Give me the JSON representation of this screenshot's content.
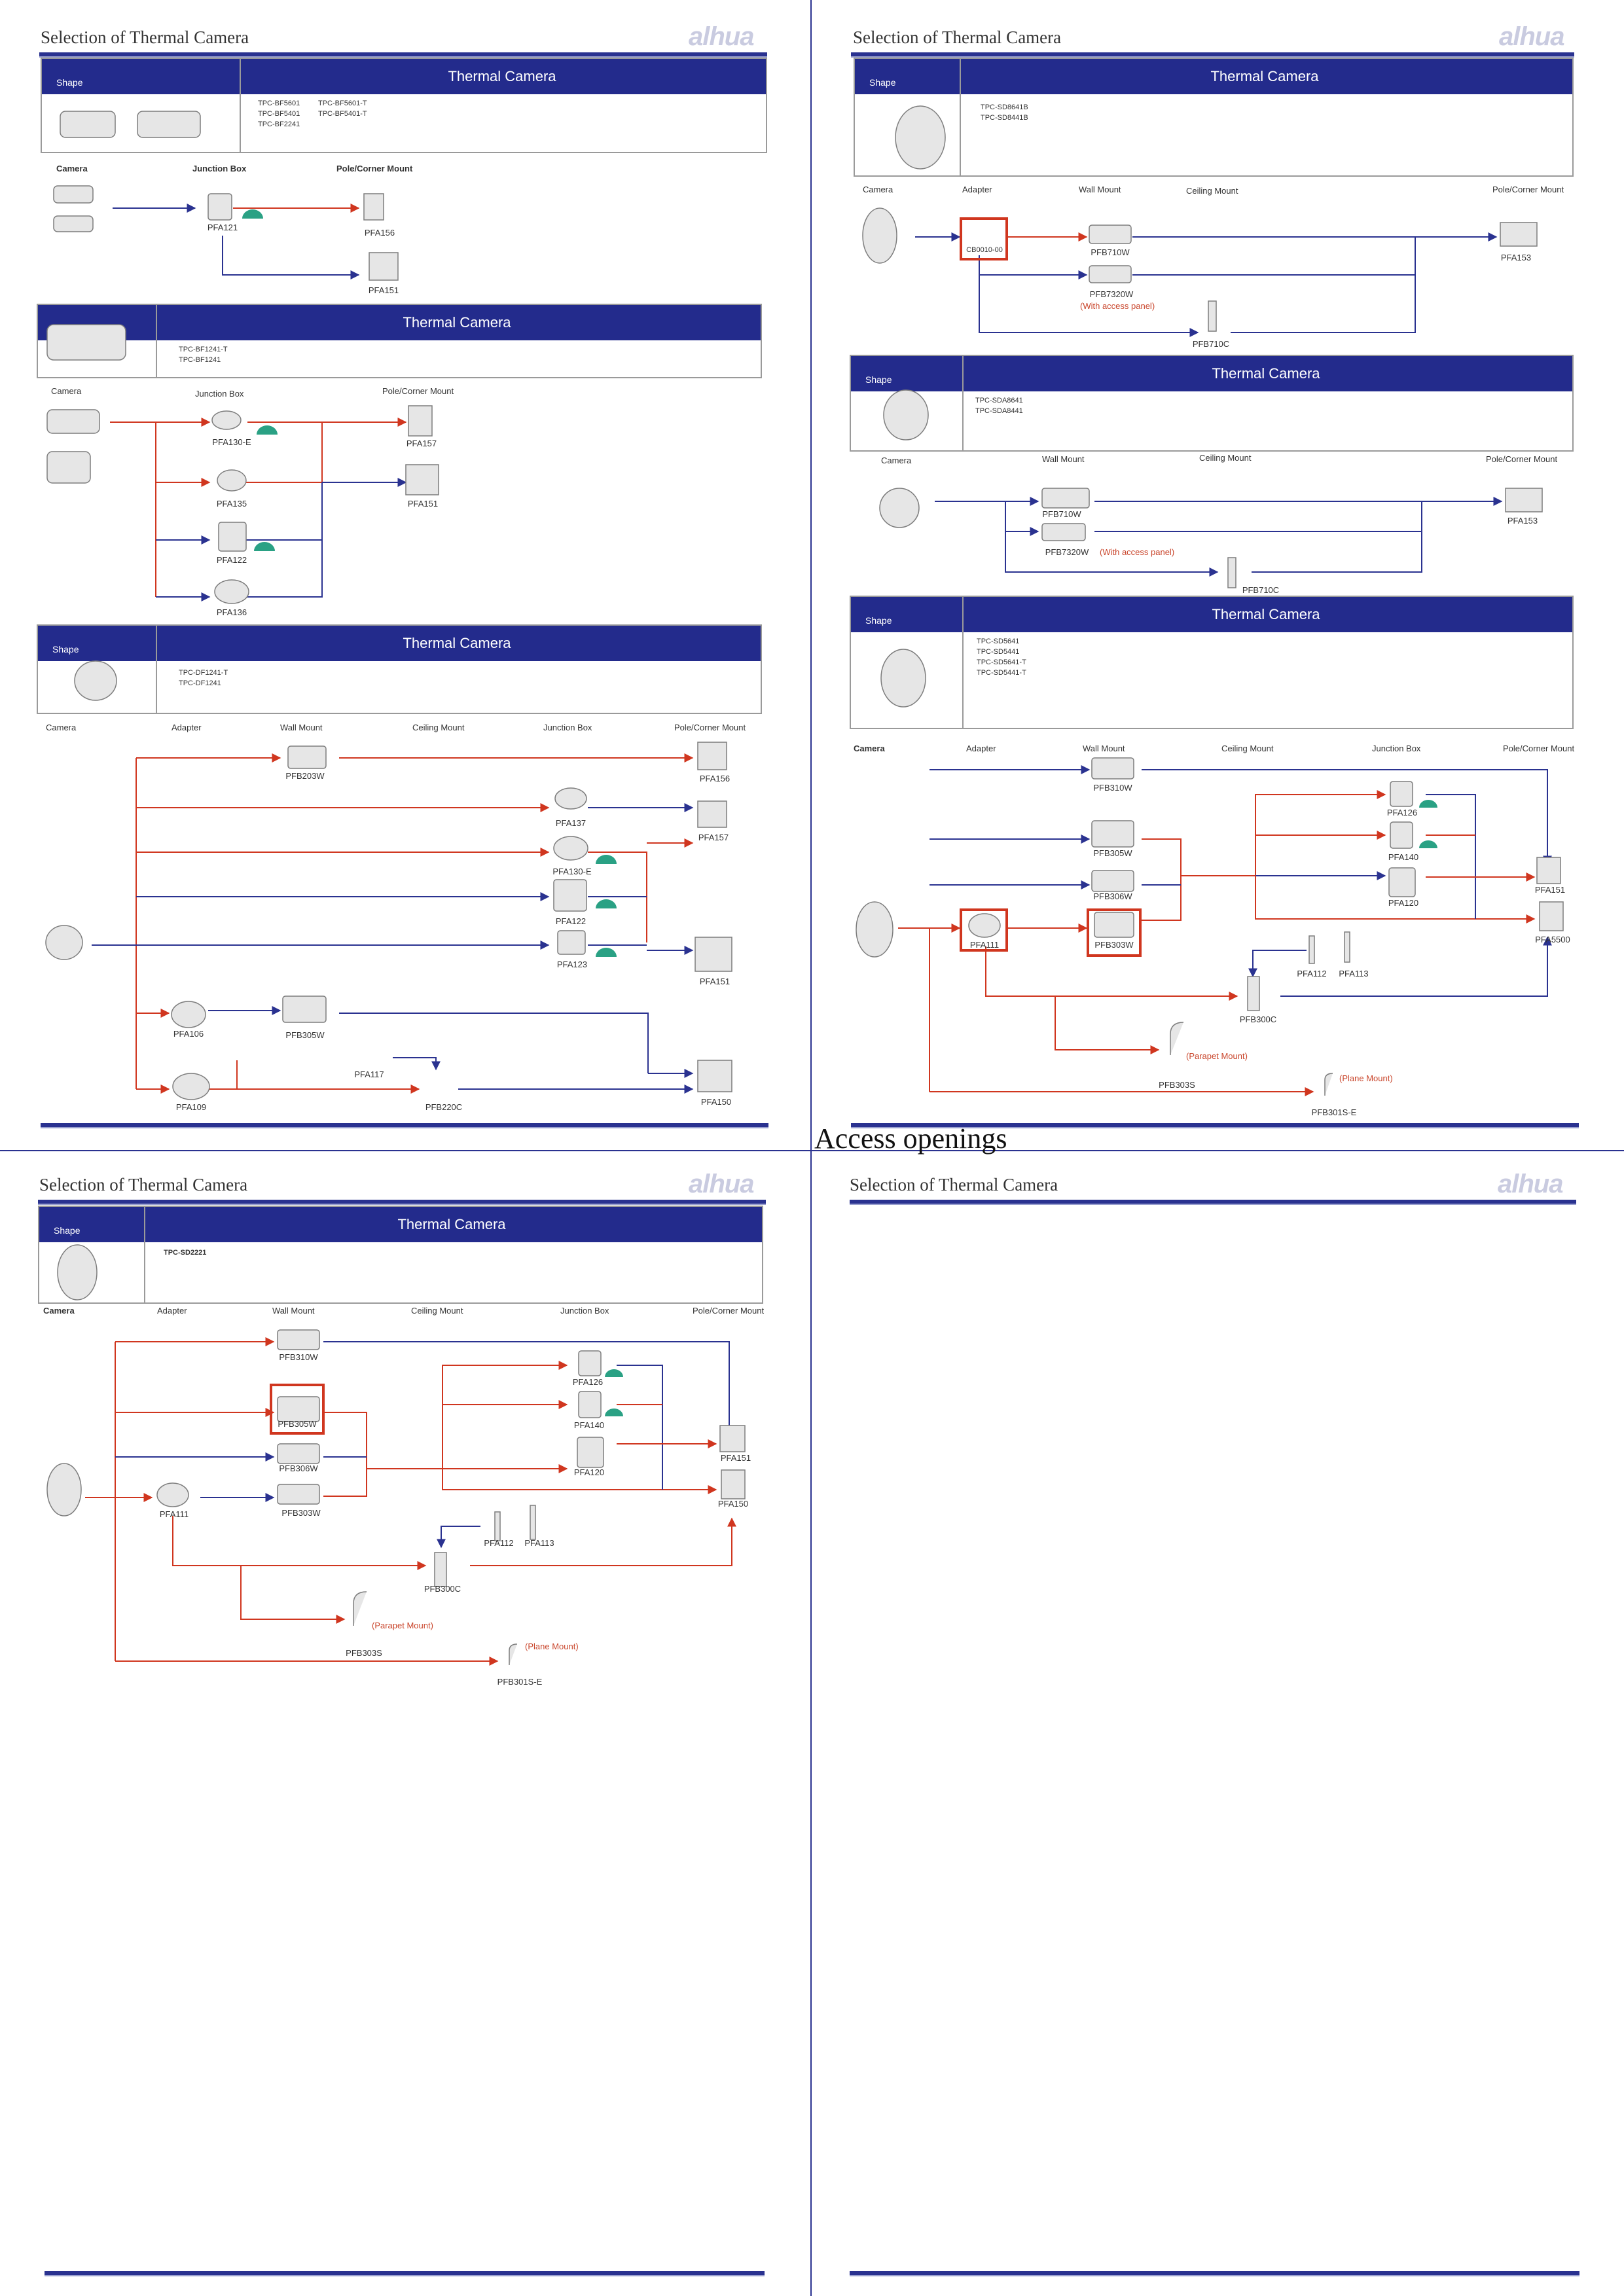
{
  "common": {
    "page_title": "Selection of  Thermal Camera",
    "logo": "alhua",
    "panel_title": "Thermal Camera",
    "shape_label": "Shape",
    "colors": {
      "navy": "#232b8c",
      "red": "#d0361f",
      "arrow_blue": "#2a3290",
      "highlight": "#d0361f"
    }
  },
  "section_heading": "Access openings",
  "bullet": {
    "models": [
      "TPC-BF5601",
      "TPC-BF5601-T",
      "TPC-BF5401",
      "TPC-BF5401-T",
      "TPC-BF2241"
    ],
    "heads": [
      "Camera",
      "Junction Box",
      "Pole/Corner Mount"
    ],
    "labels": [
      "PFA121",
      "PFA156",
      "PFA151"
    ]
  },
  "bullet2": {
    "models": [
      "TPC-BF1241-T",
      "TPC-BF1241"
    ],
    "heads": [
      "Camera",
      "Junction Box",
      "Pole/Corner Mount"
    ],
    "labels": [
      "PFA130-E",
      "PFA135",
      "PFA122",
      "PFA136",
      "PFA157",
      "PFA151"
    ]
  },
  "dome": {
    "models": [
      "TPC-DF1241-T",
      "TPC-DF1241"
    ],
    "heads": [
      "Camera",
      "Adapter",
      "Wall Mount",
      "Ceiling Mount",
      "Junction Box",
      "Pole/Corner Mount"
    ],
    "labels": [
      "PFB203W",
      "PFA156",
      "PFA137",
      "PFA157",
      "PFA130-E",
      "PFA122",
      "PFA123",
      "PFA151",
      "PFA106",
      "PFB305W",
      "PFA117",
      "PFA109",
      "PFB220C",
      "PFA150"
    ]
  },
  "ptz1": {
    "models": [
      "TPC-SD8641B",
      "TPC-SD8441B"
    ],
    "heads": [
      "Camera",
      "Adapter",
      "Wall Mount",
      "Ceiling Mount",
      "Pole/Corner Mount"
    ],
    "labels": [
      "CB0010-00",
      "PFB710W",
      "PFB7320W",
      "PFA153",
      "PFB710C"
    ],
    "note": "(With access panel)"
  },
  "ptz2": {
    "models": [
      "TPC-SDA8641",
      "TPC-SDA8441"
    ],
    "heads": [
      "Camera",
      "Wall Mount",
      "Ceiling Mount",
      "Pole/Corner Mount"
    ],
    "labels": [
      "PFB710W",
      "PFB7320W",
      "PFA153",
      "PFB710C"
    ],
    "note": "(With access panel)"
  },
  "ptz3": {
    "models": [
      "TPC-SD5641",
      "TPC-SD5441",
      "TPC-SD5641-T",
      "TPC-SD5441-T"
    ],
    "heads": [
      "Camera",
      "Adapter",
      "Wall Mount",
      "Ceiling Mount",
      "Junction Box",
      "Pole/Corner Mount"
    ],
    "labels": [
      "PFB310W",
      "PFA126",
      "PFA140",
      "PFB305W",
      "PFB306W",
      "PFA151",
      "PFA120",
      "PFA111",
      "PFB303W",
      "PFA5500",
      "PFA112",
      "PFA113",
      "PFB300C",
      "PFB303S",
      "PFB301S-E"
    ],
    "notes": [
      "(Parapet Mount)",
      "(Plane Mount)"
    ]
  },
  "ptz4": {
    "models": [
      "TPC-SD2221"
    ],
    "heads": [
      "Camera",
      "Adapter",
      "Wall Mount",
      "Ceiling Mount",
      "Junction Box",
      "Pole/Corner Mount"
    ],
    "labels": [
      "PFB310W",
      "PFA126",
      "PFB305W",
      "PFA140",
      "PFB306W",
      "PFA151",
      "PFA120",
      "PFA111",
      "PFB303W",
      "PFA150",
      "PFA112",
      "PFA113",
      "PFB300C",
      "PFB303S",
      "PFB301S-E"
    ],
    "notes": [
      "(Parapet Mount)",
      "(Plane Mount)"
    ]
  }
}
